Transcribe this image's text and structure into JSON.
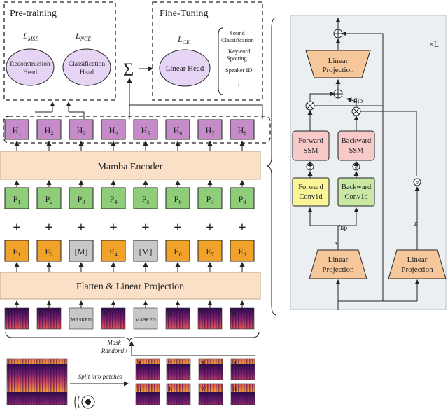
{
  "pretraining": {
    "title": "Pre-training",
    "loss_mse": "L",
    "loss_mse_sub": "MSE",
    "loss_nce": "L",
    "loss_nce_sub": "NCE",
    "head1_line1": "Reconstruction",
    "head1_line2": "Head",
    "head2_line1": "Classification",
    "head2_line2": "Head"
  },
  "finetuning": {
    "title": "Fine-Tuning",
    "loss_ce": "L",
    "loss_ce_sub": "CE",
    "linear_head": "Linear Head",
    "tasks": [
      "Sound",
      "Classification",
      "Keyword",
      "Spotting",
      "Speaker ID",
      "⋮"
    ]
  },
  "sum_symbol": "Σ",
  "hidden_tokens": [
    {
      "base": "H",
      "sub": "1"
    },
    {
      "base": "H",
      "sub": "2"
    },
    {
      "base": "H",
      "sub": "3"
    },
    {
      "base": "H",
      "sub": "4"
    },
    {
      "base": "H",
      "sub": "5"
    },
    {
      "base": "H",
      "sub": "6"
    },
    {
      "base": "H",
      "sub": "7"
    },
    {
      "base": "H",
      "sub": "8"
    }
  ],
  "encoder_label": "Mamba Encoder",
  "position_tokens": [
    {
      "base": "P",
      "sub": "1"
    },
    {
      "base": "P",
      "sub": "2"
    },
    {
      "base": "P",
      "sub": "3"
    },
    {
      "base": "P",
      "sub": "4"
    },
    {
      "base": "P",
      "sub": "5"
    },
    {
      "base": "P",
      "sub": "6"
    },
    {
      "base": "P",
      "sub": "7"
    },
    {
      "base": "P",
      "sub": "8"
    }
  ],
  "plus_symbol": "+",
  "embed_tokens": [
    {
      "base": "E",
      "sub": "1",
      "masked": false
    },
    {
      "base": "E",
      "sub": "2",
      "masked": false
    },
    {
      "base": "[M]",
      "sub": "",
      "masked": true
    },
    {
      "base": "E",
      "sub": "4",
      "masked": false
    },
    {
      "base": "[M]",
      "sub": "",
      "masked": true
    },
    {
      "base": "E",
      "sub": "6",
      "masked": false
    },
    {
      "base": "E",
      "sub": "7",
      "masked": false
    },
    {
      "base": "E",
      "sub": "8",
      "masked": false
    }
  ],
  "projection_label": "Flatten & Linear Projection",
  "patches": [
    {
      "label": "1",
      "masked": false
    },
    {
      "label": "2",
      "masked": false
    },
    {
      "label": "MASKED",
      "masked": true
    },
    {
      "label": "4",
      "masked": false
    },
    {
      "label": "MASKED",
      "masked": true
    },
    {
      "label": "6",
      "masked": false
    },
    {
      "label": "7",
      "masked": false
    },
    {
      "label": "8",
      "masked": false
    }
  ],
  "mask_line1": "Mask",
  "mask_line2": "Randomly",
  "split_label": "Split into patches",
  "grid_patches": [
    "1",
    "2",
    "3",
    "4",
    "5",
    "6",
    "7",
    "8"
  ],
  "block": {
    "repeat": "×L",
    "linear_proj_top_1": "Linear",
    "linear_proj_top_2": "Projection",
    "flip_top": "flip",
    "forward_ssm_1": "Forward",
    "forward_ssm_2": "SSM",
    "backward_ssm_1": "Backward",
    "backward_ssm_2": "SSM",
    "forward_conv_1": "Forward",
    "forward_conv_2": "Conv1d",
    "backward_conv_1": "Backward",
    "backward_conv_2": "Conv1d",
    "flip_bottom": "flip",
    "x_label": "x",
    "z_label": "z",
    "linear_proj_x_1": "Linear",
    "linear_proj_x_2": "Projection",
    "linear_proj_z_1": "Linear",
    "linear_proj_z_2": "Projection",
    "sigma": "σ"
  },
  "colors": {
    "head_fill": "#e6d4f5",
    "hidden_fill": "#c58cc9",
    "encoder_fill": "#fbe0c8",
    "pos_fill": "#8fcd7b",
    "embed_fill": "#f0a22a",
    "mask_fill": "#c8c8c8",
    "ssm_fill": "#f8c9c9",
    "conv_fill": "#fbf59a",
    "conv2_fill": "#c9e8a4",
    "proj_fill": "#f6c79a",
    "block_bg": "#eceff2"
  }
}
